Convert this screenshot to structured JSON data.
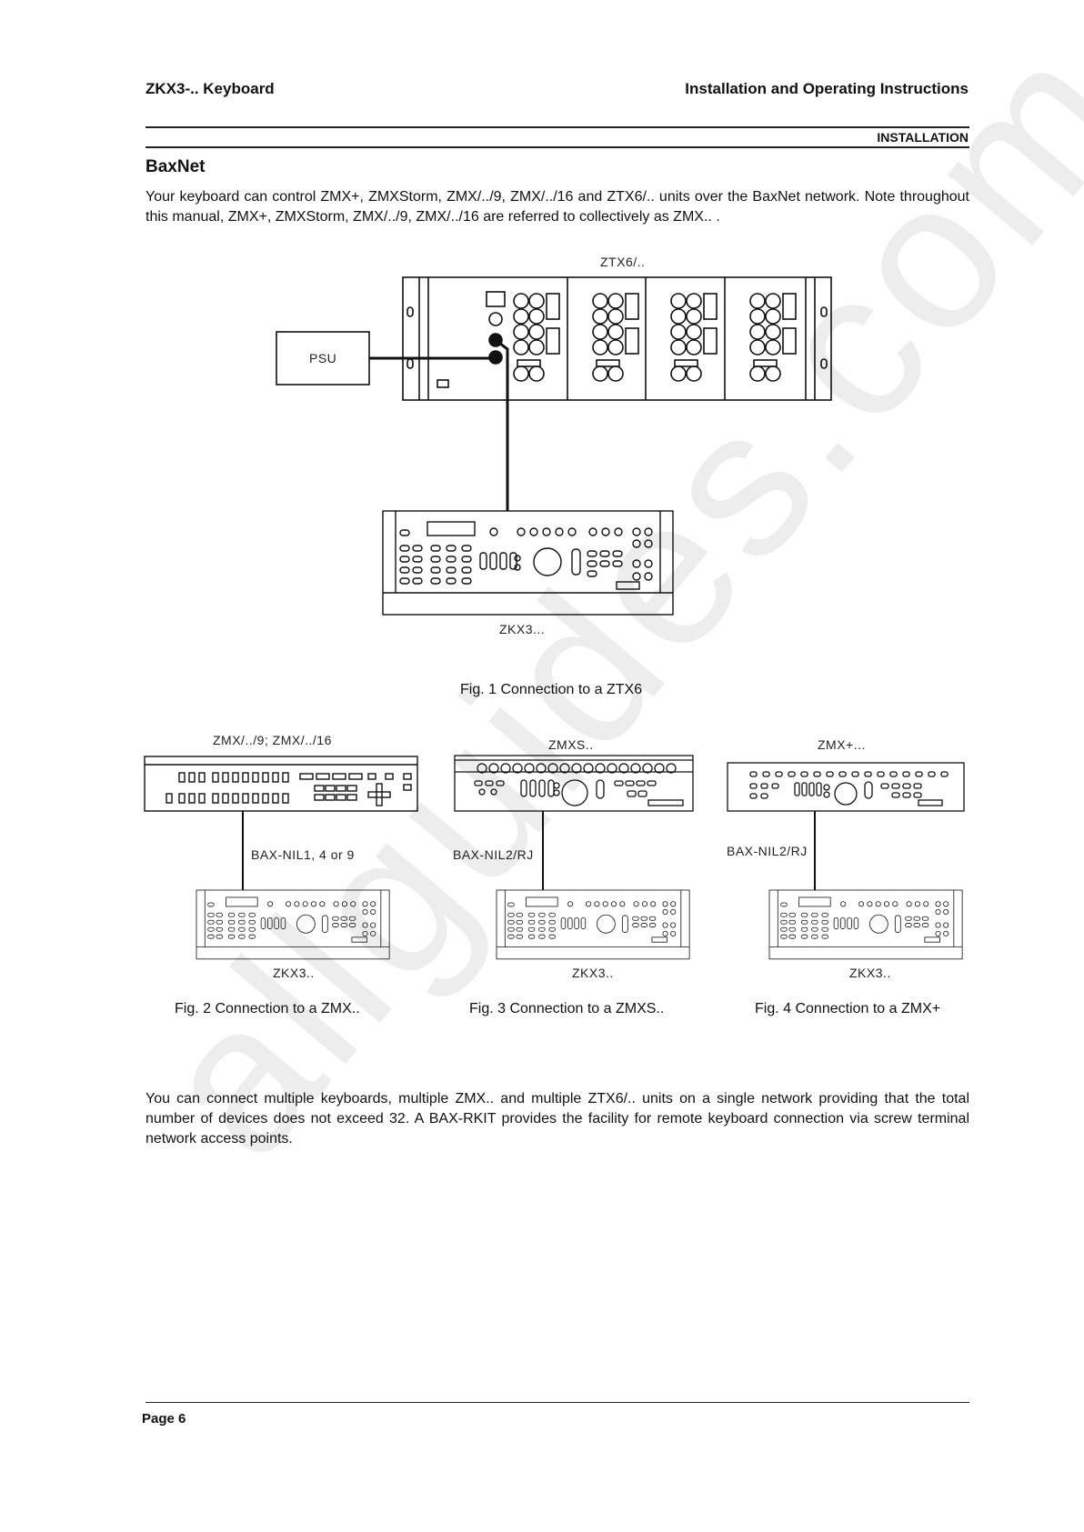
{
  "header": {
    "left": "ZKX3-.. Keyboard",
    "right": "Installation and Operating Instructions",
    "section": "INSTALLATION"
  },
  "heading": "BaxNet",
  "intro": "Your keyboard can control ZMX+, ZMXStorm, ZMX/../9, ZMX/../16 and ZTX6/.. units over the BaxNet network. Note throughout this manual, ZMX+, ZMXStorm, ZMX/../9, ZMX/../16 are referred to collectively as ZMX.. .",
  "fig1": {
    "device_top": "ZTX6/..",
    "psu": "PSU",
    "keyboard": "ZKX3...",
    "caption": "Fig. 1 Connection to a ZTX6"
  },
  "fig2": {
    "device": "ZMX/../9; ZMX/../16",
    "cable": "BAX-NIL1, 4 or 9",
    "keyboard": "ZKX3..",
    "caption": "Fig. 2 Connection to a ZMX.."
  },
  "fig3": {
    "device": "ZMXS..",
    "cable": "BAX-NIL2/RJ",
    "keyboard": "ZKX3..",
    "caption": "Fig. 3 Connection to a ZMXS.."
  },
  "fig4": {
    "device": "ZMX+...",
    "cable": "BAX-NIL2/RJ",
    "keyboard": "ZKX3..",
    "caption": "Fig. 4 Connection to a ZMX+"
  },
  "body_text": "You can connect multiple keyboards, multiple ZMX.. and multiple ZTX6/.. units on a single network providing that the total number of devices does not exceed 32. A BAX-RKIT provides the facility for remote keyboard connection via screw terminal network access points.",
  "footer": "Page 6",
  "watermark": "allguides.com"
}
